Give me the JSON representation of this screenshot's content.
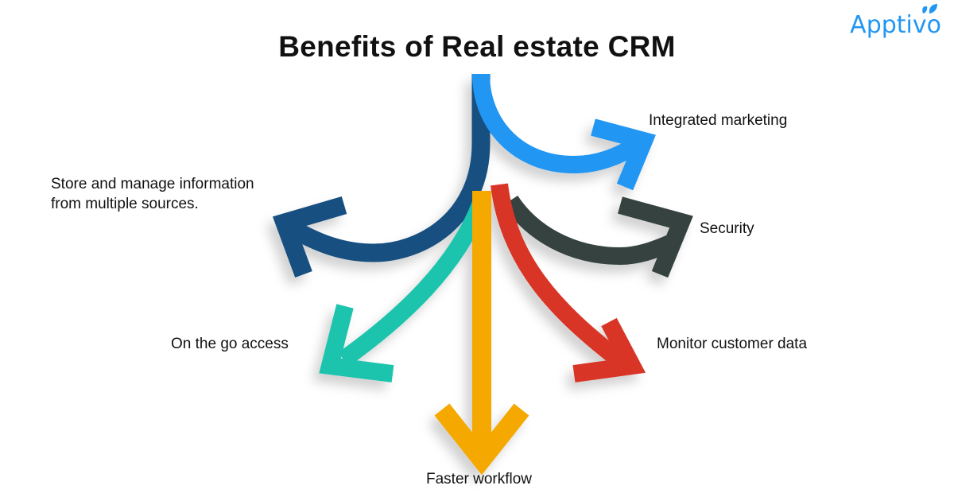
{
  "title": "Benefits of Real estate CRM",
  "logo": {
    "text": "Apptivo",
    "color": "#2196f3"
  },
  "benefits": [
    {
      "label": "Integrated marketing",
      "color": "#2196f3"
    },
    {
      "label_line1": "Store and manage information",
      "label_line2": "from multiple sources.",
      "color": "#164f80"
    },
    {
      "label": "Security",
      "color": "#364241"
    },
    {
      "label": "On the go access",
      "color": "#1fc4ad"
    },
    {
      "label": "Monitor customer data",
      "color": "#d83527"
    },
    {
      "label": "Faster workflow",
      "color": "#f4a800"
    }
  ]
}
